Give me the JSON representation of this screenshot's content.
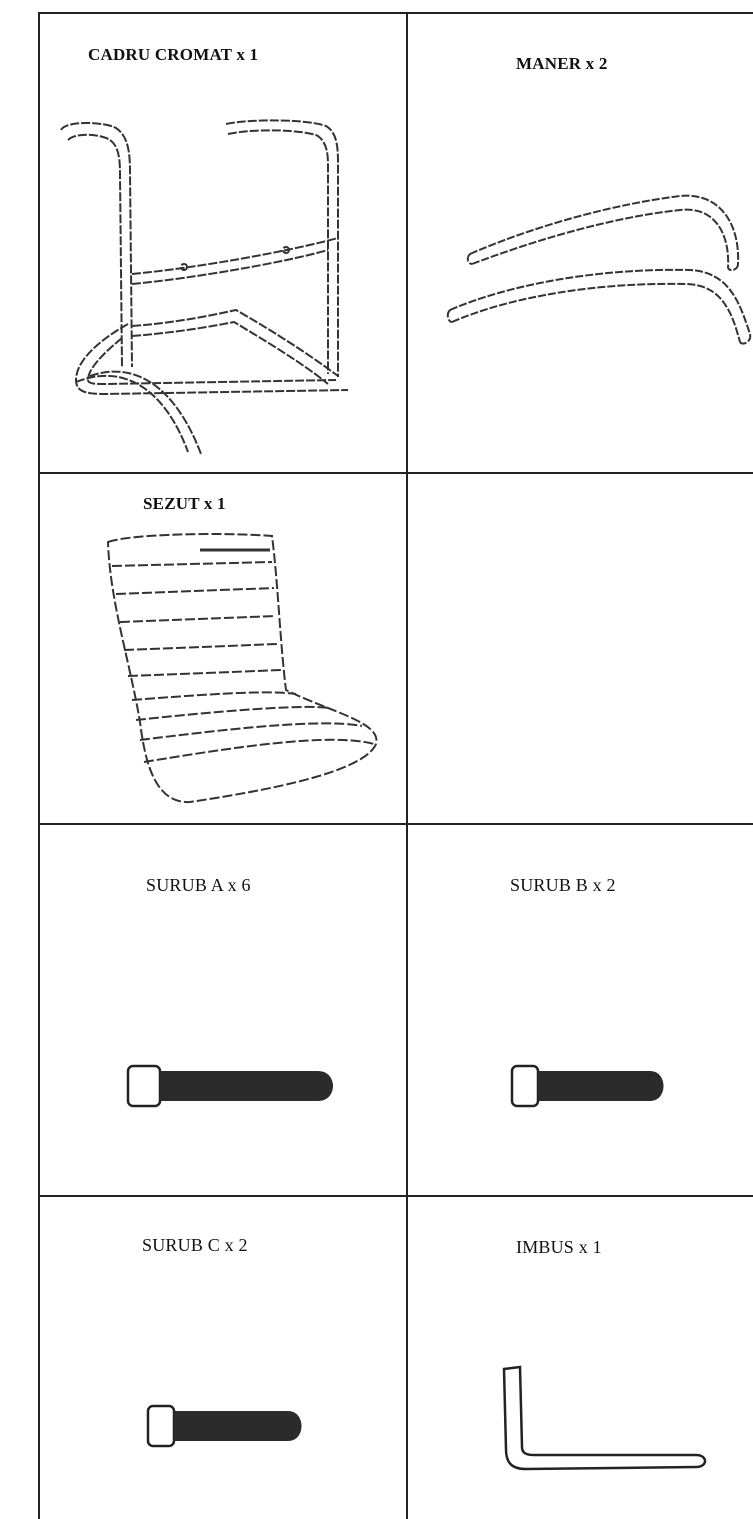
{
  "sheet": {
    "title": "Parts list",
    "parts": [
      {
        "id": "cadru",
        "label": "CADRU CROMAT x 1",
        "icon": "chrome-frame-icon"
      },
      {
        "id": "maner",
        "label": "MANER x 2",
        "icon": "armrest-icon"
      },
      {
        "id": "sezut",
        "label": "SEZUT x 1",
        "icon": "seat-icon"
      },
      {
        "id": "surub_a",
        "label": "SURUB A x 6",
        "icon": "bolt-icon"
      },
      {
        "id": "surub_b",
        "label": "SURUB B x 2",
        "icon": "bolt-icon"
      },
      {
        "id": "surub_c",
        "label": "SURUB C x 2",
        "icon": "bolt-icon"
      },
      {
        "id": "imbus",
        "label": "IMBUS x 1",
        "icon": "allen-key-icon"
      }
    ]
  }
}
